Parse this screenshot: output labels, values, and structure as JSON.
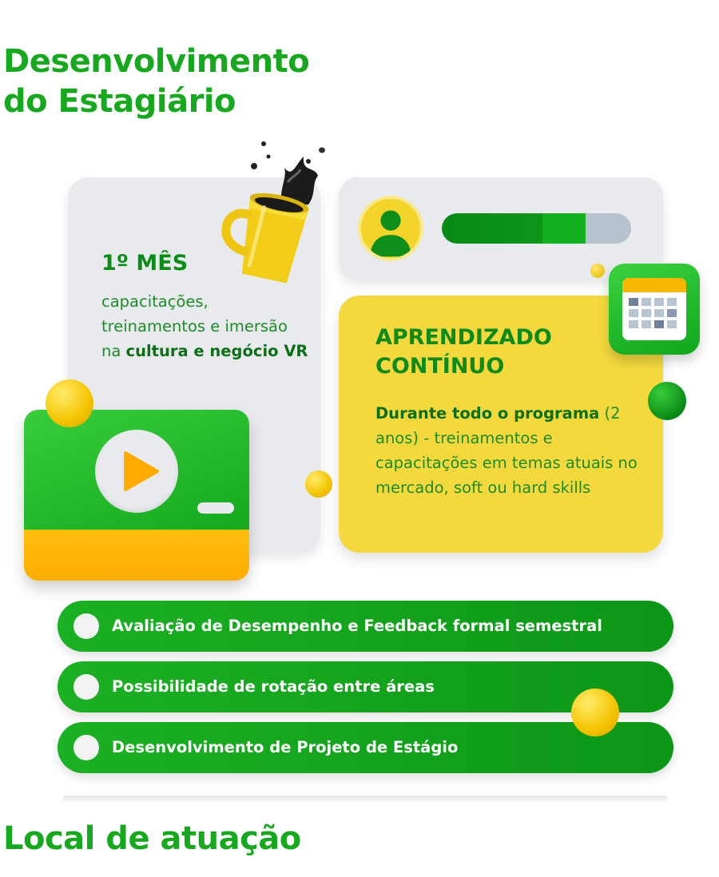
{
  "header": {
    "title_line1": "Desenvolvimento",
    "title_line2": "do Estagiário"
  },
  "month_card": {
    "heading": "1º MÊS",
    "text_plain": "capacitações, treinamentos e imersão na ",
    "text_bold": "cultura e negócio VR"
  },
  "profile_card": {
    "progress": 0.76
  },
  "learning_card": {
    "heading_line1": "APRENDIZADO",
    "heading_line2": "CONTÍNUO",
    "text_bold": "Durante todo o programa",
    "text_plain": "(2 anos) - treinamentos e capacitações em temas atuais no mercado, soft ou hard skills"
  },
  "pills": [
    {
      "label": "Avaliação de Desempenho e Feedback formal semestral"
    },
    {
      "label": "Possibilidade de rotação entre áreas"
    },
    {
      "label": "Desenvolvimento de Projeto de Estágio"
    }
  ],
  "footer": {
    "section_title": "Local de atuação"
  },
  "colors": {
    "brand_green": "#17a81f",
    "accent_yellow": "#f3d93e",
    "accent_orange": "#ffac00"
  },
  "icons": [
    "coffee-mug-icon",
    "user-avatar-icon",
    "calendar-icon",
    "video-play-icon"
  ]
}
